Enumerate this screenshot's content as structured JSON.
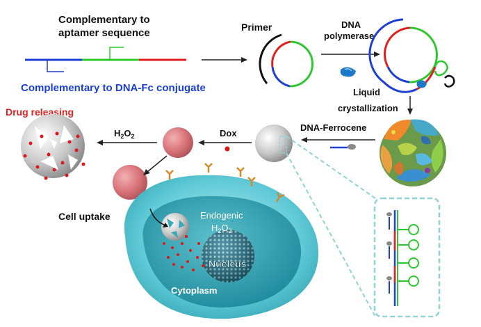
{
  "labels": {
    "complementary_aptamer_1": "Complementary to",
    "complementary_aptamer_2": "aptamer sequence",
    "complementary_dna_fc": "Complementary to DNA-Fc conjugate",
    "primer": "Primer",
    "dna_polymerase_1": "DNA",
    "dna_polymerase_2": "polymerase",
    "liquid_crystallization_1": "Liquid",
    "liquid_crystallization_2": "crystallization",
    "dna_ferrocene": "DNA-Ferrocene",
    "dox": "Dox",
    "h2o2_main": "H",
    "h2o2_sub": "2",
    "h2o2_o": "O",
    "h2o2_sub2": "2",
    "drug_releasing": "Drug releasing",
    "cell_uptake": "Cell uptake",
    "endogenic": "Endogenic",
    "endo_h": "H",
    "endo_sub": "2",
    "endo_o": "O",
    "endo_sub2": "2",
    "nucleus": "Nucleus",
    "cytoplasm": "Cytoplasm"
  },
  "colors": {
    "blue_strand": "#1f3fd0",
    "green_strand": "#2ec82e",
    "red_strand": "#e02020",
    "label_blue": "#1a3fd6",
    "label_red": "#e02020",
    "sphere_pink": "#d9737a",
    "cell_cyan": "#5fc9d6",
    "cell_inner": "#2e9fb0",
    "nucleus": "#1c6f86",
    "dox_red": "#d81a1a",
    "inset_border": "#8fd3d8"
  }
}
